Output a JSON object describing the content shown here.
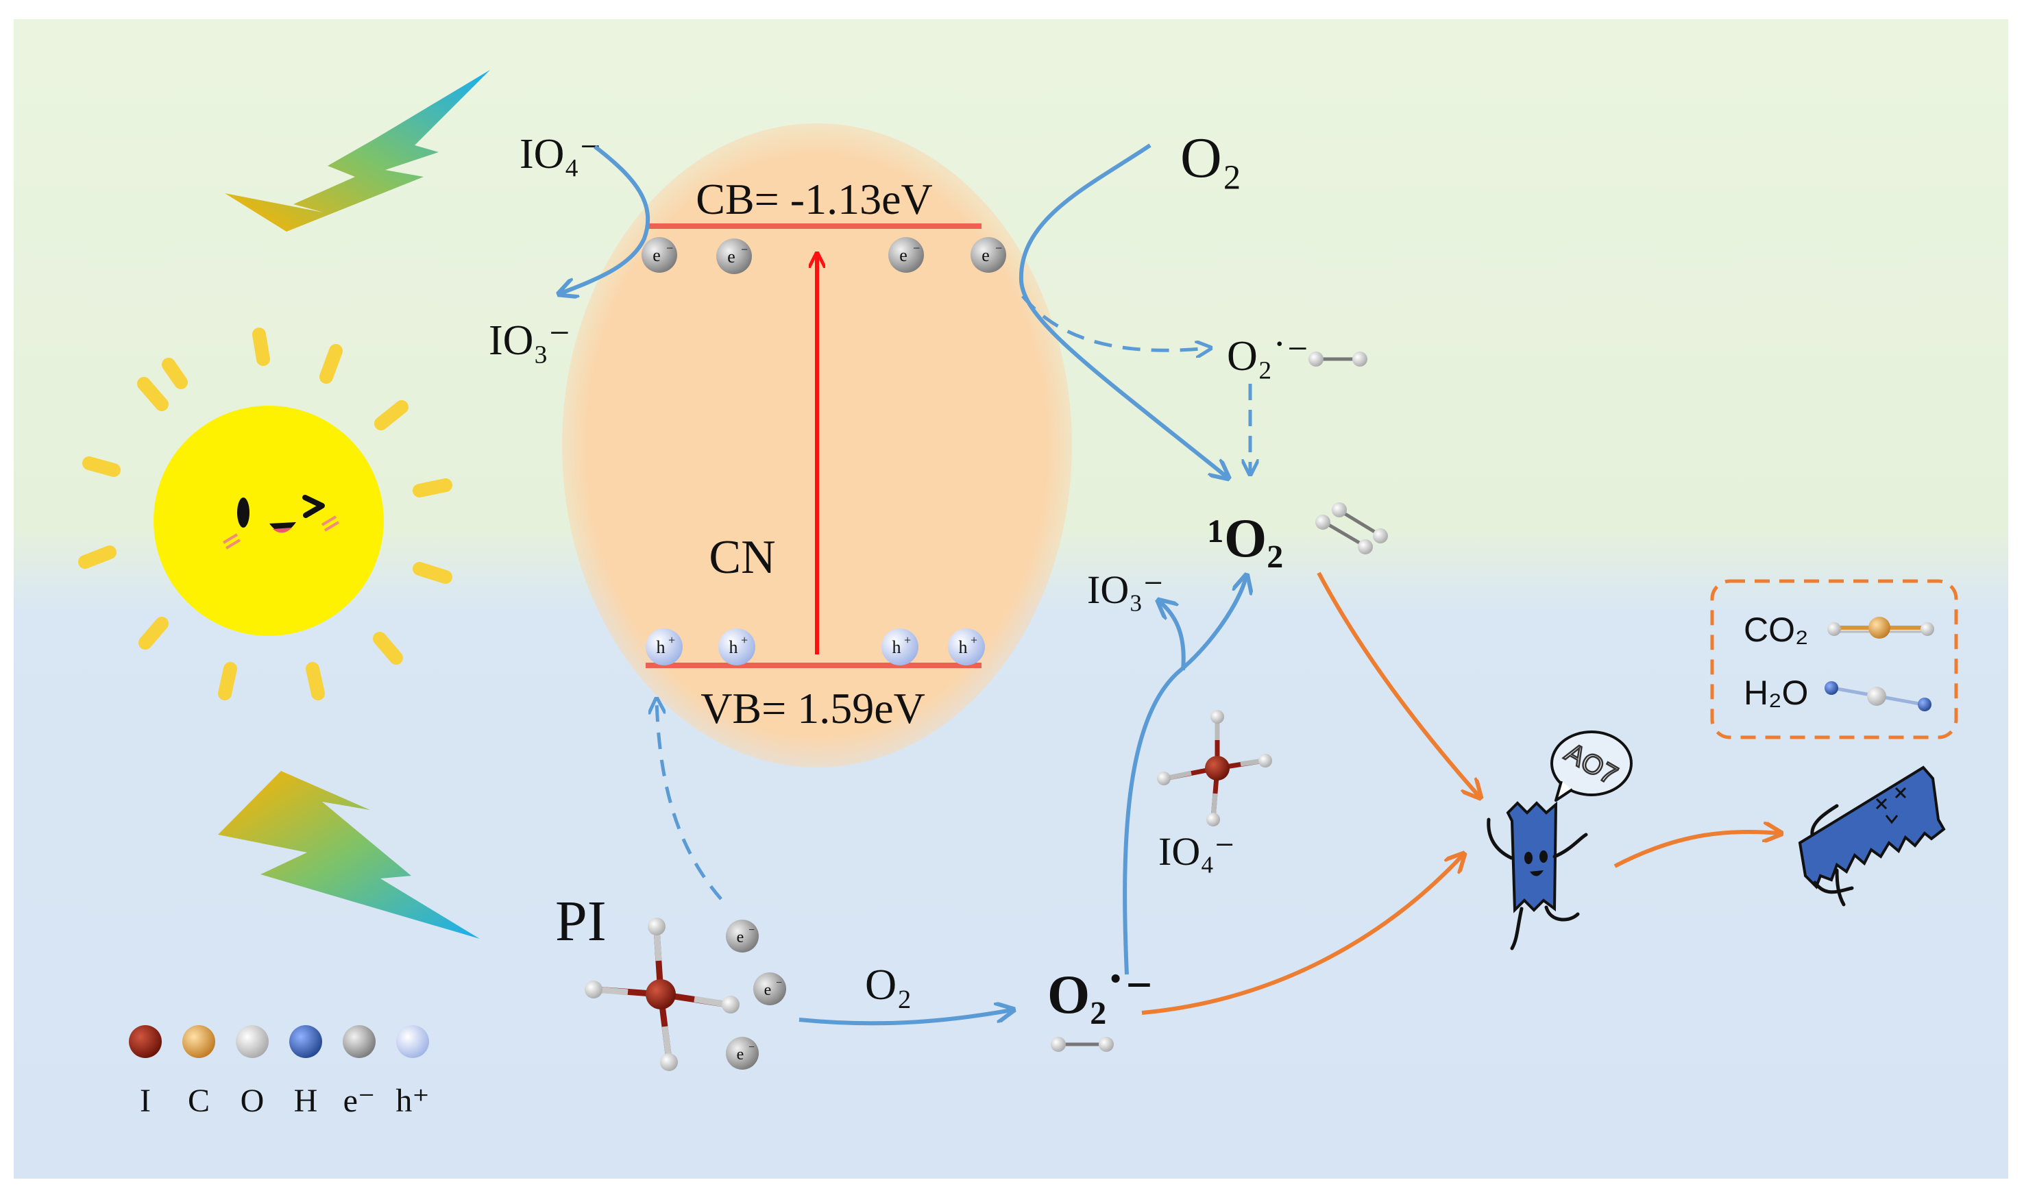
{
  "band": {
    "cb_label": "CB= -1.13eV",
    "vb_label": "VB= 1.59eV",
    "semiconductor_label": "CN",
    "electron_symbol": "e",
    "hole_symbol": "h"
  },
  "species": {
    "io4_top": "IO₄⁻",
    "io3_top": "IO₃⁻",
    "o2_top": "O₂",
    "superoxide_right": "O₂˙⁻",
    "singlet_oxygen": "¹O₂",
    "io3_mid": "IO₃⁻",
    "io4_mid": "IO₄⁻",
    "pi_label": "PI",
    "o2_bottom": "O₂",
    "superoxide_bottom": "O₂˙⁻",
    "pollutant_bubble": "AO7"
  },
  "products": {
    "co2": "CO₂",
    "h2o": "H₂O"
  },
  "legend": [
    {
      "label": "I",
      "color": "#8b1a10"
    },
    {
      "label": "C",
      "color": "#d9953a"
    },
    {
      "label": "O",
      "color": "#e6e6e6"
    },
    {
      "label": "H",
      "color": "#3c66b8"
    },
    {
      "label": "e⁻",
      "color": "#a9a9a9"
    },
    {
      "label": "h⁺",
      "color": "#c9d6f5"
    }
  ],
  "colors": {
    "top_bg": "#e9f3dd",
    "bottom_bg": "#d8e6f5",
    "ellipse": "#fbd7ae",
    "band_line": "#f06050",
    "excitation_arrow": "#ff1010",
    "blue_arrow": "#5b9bd5",
    "orange_arrow": "#ed7d31",
    "sun": "#fff200",
    "sun_ray": "#f7d23a",
    "pollutant": "#3a65b8"
  }
}
